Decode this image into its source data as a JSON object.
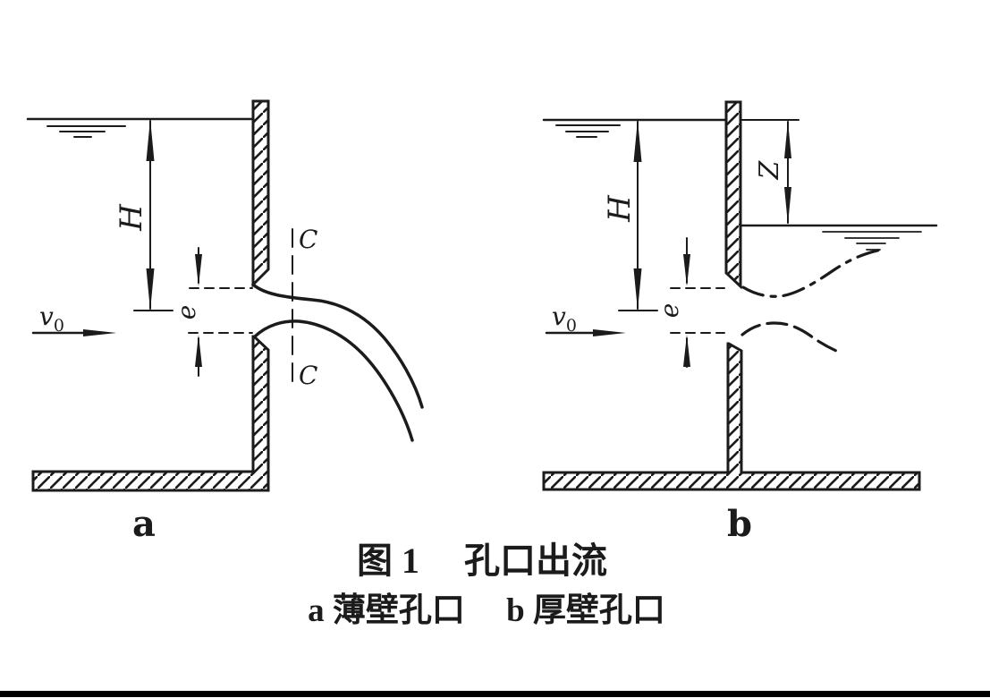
{
  "figure": {
    "ink": "#1b1b1b",
    "caption": {
      "line1": "图 1　 孔口出流",
      "line2": "a 薄壁孔口　 b 厚壁孔口"
    },
    "panel_a": {
      "label": "a",
      "head_label": "H",
      "orifice_label": "e",
      "velocity_label": "v",
      "velocity_sub": "0",
      "section_top_label": "C",
      "section_bottom_label": "C"
    },
    "panel_b": {
      "label": "b",
      "head_label": "H",
      "orifice_label": "e",
      "velocity_label": "v",
      "velocity_sub": "0",
      "drop_label": "Z"
    }
  }
}
